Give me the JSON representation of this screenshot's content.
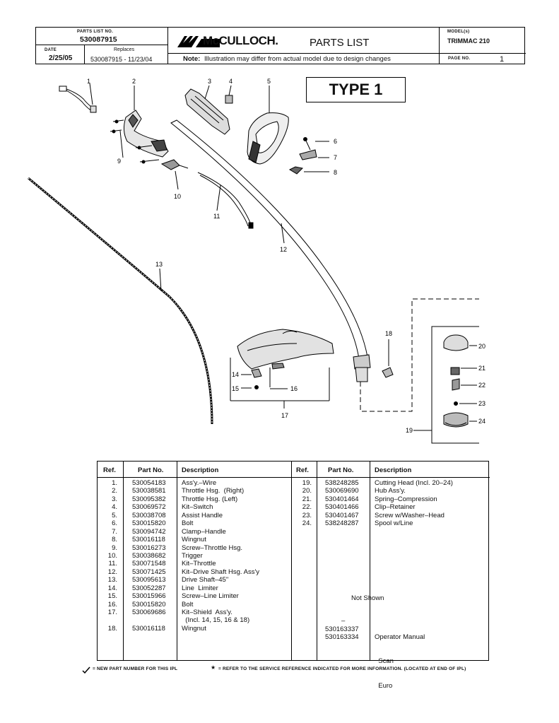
{
  "header": {
    "parts_list_no_label": "PARTS LIST NO.",
    "parts_list_no": "530087915",
    "date_label": "DATE",
    "date": "2/25/05",
    "replaces_label": "Replaces",
    "replaces": "530087915 - 11/23/04",
    "brand": "McCULLOCH.",
    "title": "PARTS LIST",
    "note_label": "Note:",
    "note": "Illustration may differ from actual model due to design changes",
    "model_label": "MODEL(s)",
    "model": "TRIMMAC 210",
    "page_label": "PAGE   NO.",
    "page_no": "1"
  },
  "diagram": {
    "type_label": "TYPE 1",
    "callouts": [
      "1",
      "2",
      "3",
      "4",
      "5",
      "6",
      "7",
      "8",
      "9",
      "10",
      "11",
      "12",
      "13",
      "14",
      "15",
      "16",
      "17",
      "18",
      "19",
      "20",
      "21",
      "22",
      "23",
      "24"
    ]
  },
  "table": {
    "headers": [
      "Ref.",
      "Part No.",
      "Description",
      "Ref.",
      "Part No.",
      "Description"
    ],
    "left_refs": [
      "1.",
      "2.",
      "3.",
      "4.",
      "5.",
      "6.",
      "7.",
      "8.",
      "9.",
      "10.",
      "11.",
      "12.",
      "13.",
      "14.",
      "15.",
      "16.",
      "17.",
      "",
      "18."
    ],
    "left_parts": [
      "530054183",
      "530038581",
      "530095382",
      "530069572",
      "530038708",
      "530015820",
      "530094742",
      "530016118",
      "530016273",
      "530038682",
      "530071548",
      "530071425",
      "530095613",
      "530052287",
      "530015966",
      "530015820",
      "530069686",
      "",
      "530016118"
    ],
    "left_desc": [
      "Ass'y.–Wire",
      "Throttle Hsg.  (Right)",
      "Throttle Hsg. (Left)",
      "Kit–Switch",
      "Assist Handle",
      "Bolt",
      "Clamp–Handle",
      "Wingnut",
      "Screw–Throttle Hsg.",
      "Trigger",
      "Kit–Throttle",
      "Kit–Drive Shaft Hsg. Ass'y",
      "Drive Shaft–45\"",
      "Line  Limiter",
      "Screw–Line Limiter",
      "Bolt",
      "Kit–Shield  Ass'y.",
      "  (Incl. 14, 15, 16 & 18)",
      "Wingnut"
    ],
    "right_refs": [
      "19.",
      "20.",
      "21.",
      "22.",
      "23.",
      "24."
    ],
    "right_parts": [
      "538248285",
      "530069690",
      "530401464",
      "530401466",
      "530401467",
      "538248287"
    ],
    "right_desc": [
      "Cutting Head (Incl. 20–24)",
      "Hub Ass'y.",
      "Spring–Compression",
      "Clip–Retainer",
      "Screw w/Washer–Head",
      "Spool w/Line"
    ],
    "not_shown": "Not Shown",
    "dash": "–",
    "extra_parts": [
      "530163337",
      "530163334"
    ],
    "extra_desc": [
      "Operator Manual",
      "  Scan",
      "  Euro"
    ]
  },
  "footer": {
    "new_part": "= NEW PART NUMBER FOR THIS  IPL",
    "service_ref": "= REFER TO THE SERVICE REFERENCE  INDICATED FOR MORE INFORMATION. (LOCATED AT END OF IPL)"
  }
}
